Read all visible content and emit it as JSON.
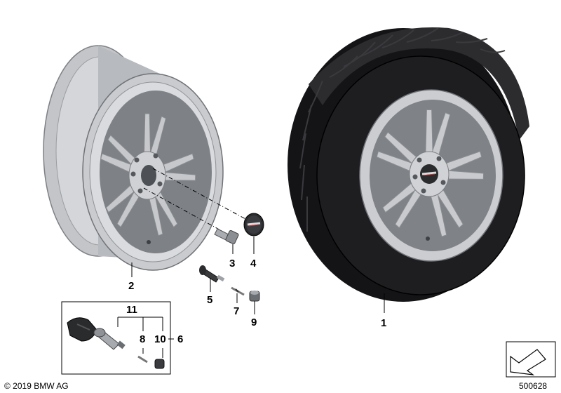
{
  "callouts": {
    "c1": "1",
    "c2": "2",
    "c3": "3",
    "c4": "4",
    "c5": "5",
    "c6": "6",
    "c7": "7",
    "c8": "8",
    "c9": "9",
    "c10": "10",
    "c11": "11"
  },
  "footer": {
    "copyright": "© 2019 BMW AG",
    "diagram_number": "500628"
  },
  "colors": {
    "rim": "#c8cacd",
    "rim_shadow": "#8e9196",
    "tire": "#1b1b1d",
    "line": "#000000"
  }
}
